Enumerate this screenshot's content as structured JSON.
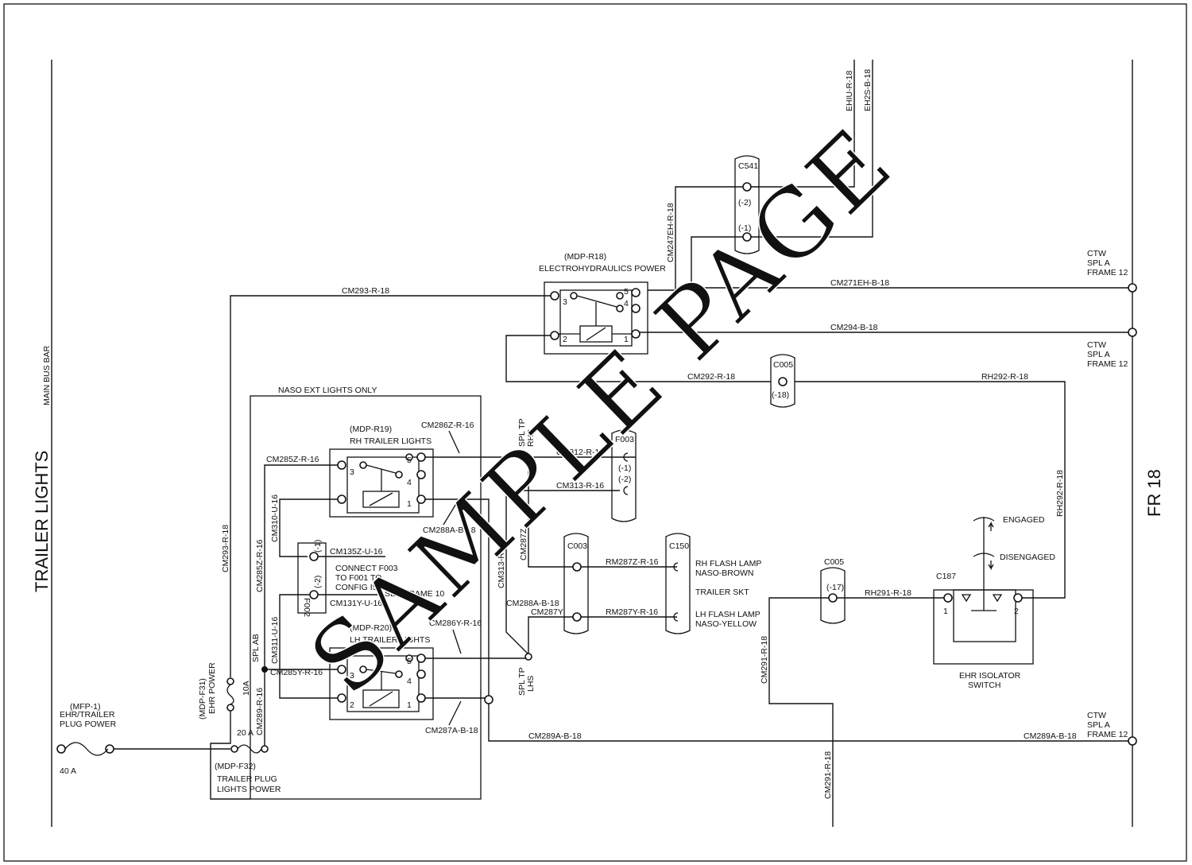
{
  "title": "TRAILER LIGHTS",
  "bus_label": "MAIN BUS BAR",
  "frame_label": "FR 18",
  "watermark": "SAMPLE PAGE",
  "wires": {
    "ehiu": "EHIU-R-18",
    "eh2s": "EH2S-B-18",
    "cm247": "CM247EH-R-18",
    "cm271": "CM271EH-B-18",
    "cm293_top": "CM293-R-18",
    "cm293_vert": "CM293-R-18",
    "cm294": "CM294-B-18",
    "cm292": "CM292-R-18",
    "rh292": "RH292-R-18",
    "rh292_vert": "RH292-R-18",
    "cm286z": "CM286Z-R-16",
    "cm285z": "CM285Z-R-16",
    "cm312": "CM312-R-16",
    "cm313": "CM313-R-16",
    "cm313_vert": "CM313-R-16",
    "cm288a_top": "CM288A-B-18",
    "cm310": "CM310-U-16",
    "cm285z_vert": "CM285Z-R-16",
    "cm135z": "CM135Z-U-16",
    "cm131y": "CM131Y-U-16",
    "cm311": "CM311-U-16",
    "cm286y": "CM286Y-R-16",
    "cm285y": "CM285Y-R-16",
    "cm289": "CM289-R-16",
    "cm287a": "CM287A-B-18",
    "cm287z": "CM287Z",
    "cm288a_low": "CM288A-B-18",
    "cm287y": "CM287Y",
    "rm287z": "RM287Z-R-16",
    "rm287y": "RM287Y-R-16",
    "rh291": "RH291-R-18",
    "cm291_a": "CM291-R-18",
    "cm291_b": "CM291-R-18",
    "cm289a_left": "CM289A-B-18",
    "cm289a_right": "CM289A-B-18"
  },
  "components": {
    "c541": {
      "name": "C541",
      "pin1": "(-1)",
      "pin2": "(-2)"
    },
    "r18": {
      "id": "(MDP-R18)",
      "name": "ELECTROHYDRAULICS POWER"
    },
    "r19": {
      "id": "(MDP-R19)",
      "name": "RH TRAILER LIGHTS"
    },
    "r20": {
      "id": "(MDP-R20)",
      "name": "LH TRAILER LIGHTS"
    },
    "c005_top": {
      "name": "C005",
      "pin": "(-18)"
    },
    "c005_low": {
      "name": "C005",
      "pin": "(-17)"
    },
    "f003": {
      "name": "F003",
      "pin1": "(-1)",
      "pin2": "(-2)"
    },
    "f002": {
      "name": "F002",
      "pin1": "(-1)",
      "pin2": "(-2)"
    },
    "c003": {
      "name": "C003"
    },
    "c150": {
      "name": "C150"
    },
    "c187": {
      "name": "C187",
      "pin1": "1",
      "pin2": "2"
    },
    "isolator": {
      "line1": "EHR ISOLATOR",
      "line2": "SWITCH",
      "engaged": "ENGAGED",
      "disengaged": "DISENGAGED"
    },
    "mfp1": {
      "id": "(MFP-1)",
      "line1": "EHR/TRAILER",
      "line2": "PLUG POWER",
      "rating": "40 A"
    },
    "f31": {
      "id": "(MDP-F31)",
      "name": "EHR POWER",
      "rating": "10A"
    },
    "f32": {
      "id": "(MDP-F32)",
      "line1": "TRAILER PLUG",
      "line2": "LIGHTS POWER",
      "rating": "20 A"
    }
  },
  "notes": {
    "naso": "NASO EXT LIGHTS ONLY",
    "connect1": "CONNECT F003",
    "connect2": "TO F001 TO",
    "connect3": "CONFIG ISO",
    "see_frame": "SEE FRAME 10",
    "spl_rhs1": "SPL TP",
    "spl_rhs2": "RHS",
    "spl_lhs1": "SPL TP",
    "spl_lhs2": "LHS",
    "spl_ab": "SPL AB",
    "rh_flash1": "RH FLASH LAMP",
    "rh_flash2": "NASO-BROWN",
    "trailer_skt": "TRAILER SKT",
    "lh_flash1": "LH FLASH LAMP",
    "lh_flash2": "NASO-YELLOW"
  },
  "refs": [
    {
      "l1": "CTW",
      "l2": "SPL A",
      "l3": "FRAME 12"
    },
    {
      "l1": "CTW",
      "l2": "SPL A",
      "l3": "FRAME 12"
    },
    {
      "l1": "CTW",
      "l2": "SPL A",
      "l3": "FRAME 12"
    }
  ],
  "relay_pins": {
    "p1": "1",
    "p2": "2",
    "p3": "3",
    "p4": "4",
    "p5": "5"
  }
}
